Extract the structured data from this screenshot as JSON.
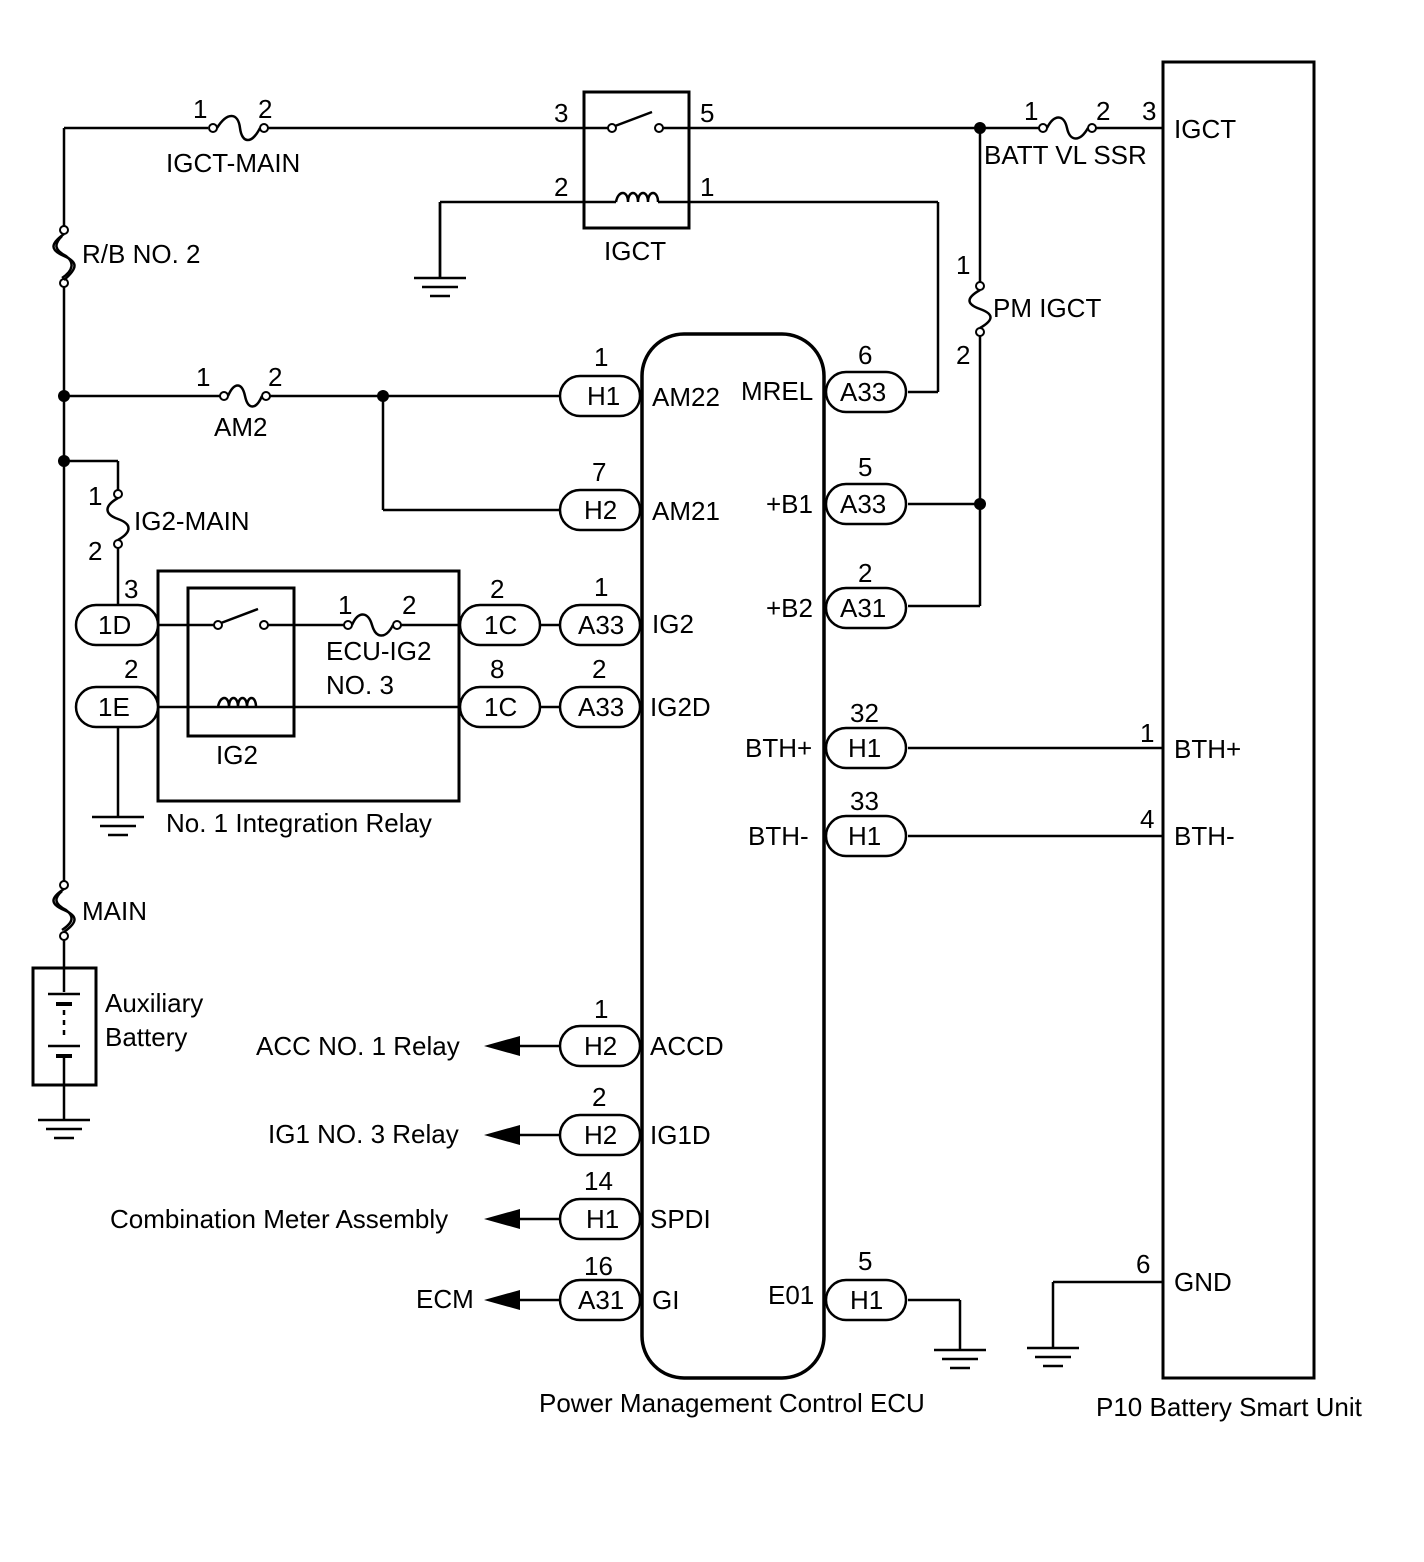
{
  "fuses": {
    "igct_main": {
      "label": "IGCT-MAIN",
      "pin_a": "1",
      "pin_b": "2"
    },
    "rb_no2": {
      "label": "R/B NO. 2"
    },
    "am2": {
      "label": "AM2",
      "pin_a": "1",
      "pin_b": "2"
    },
    "ig2_main": {
      "label": "IG2-MAIN",
      "pin_a": "1",
      "pin_b": "2"
    },
    "ecu_ig2": {
      "label_line1": "ECU-IG2",
      "label_line2": "NO. 3",
      "pin_a": "1",
      "pin_b": "2"
    },
    "main": {
      "label": "MAIN"
    },
    "batt_vl_ssr": {
      "label": "BATT VL SSR",
      "pin_a": "1",
      "pin_b": "2"
    },
    "pm_igct": {
      "label": "PM IGCT",
      "pin_a": "1",
      "pin_b": "2"
    }
  },
  "igct_relay": {
    "label": "IGCT",
    "pin_3": "3",
    "pin_5": "5",
    "pin_2": "2",
    "pin_1": "1"
  },
  "integration_relay": {
    "label": "No. 1 Integration Relay",
    "ig2_relay_label": "IG2",
    "connectors": {
      "c1d": "1D",
      "c1e": "1E",
      "c1c_top": "1C",
      "c1c_bottom": "1C"
    },
    "pins": {
      "p1d": "3",
      "p1e": "2",
      "p1c_top": "2",
      "p1c_bottom": "8"
    }
  },
  "battery": {
    "line1": "Auxiliary",
    "line2": "Battery"
  },
  "ecu": {
    "label": "Power Management Control ECU",
    "left_terminals": [
      {
        "pin": "1",
        "connector": "H1",
        "name": "AM22"
      },
      {
        "pin": "7",
        "connector": "H2",
        "name": "AM21"
      },
      {
        "pin": "1",
        "connector": "A33",
        "name": "IG2"
      },
      {
        "pin": "2",
        "connector": "A33",
        "name": "IG2D"
      },
      {
        "pin": "1",
        "connector": "H2",
        "name": "ACCD",
        "dest": "ACC NO. 1 Relay"
      },
      {
        "pin": "2",
        "connector": "H2",
        "name": "IG1D",
        "dest": "IG1 NO. 3 Relay"
      },
      {
        "pin": "14",
        "connector": "H1",
        "name": "SPDI",
        "dest": "Combination Meter Assembly"
      },
      {
        "pin": "16",
        "connector": "A31",
        "name": "GI",
        "dest": "ECM"
      }
    ],
    "right_terminals": [
      {
        "pin": "6",
        "connector": "A33",
        "name": "MREL"
      },
      {
        "pin": "5",
        "connector": "A33",
        "name": "+B1"
      },
      {
        "pin": "2",
        "connector": "A31",
        "name": "+B2"
      },
      {
        "pin": "32",
        "connector": "H1",
        "name": "BTH+"
      },
      {
        "pin": "33",
        "connector": "H1",
        "name": "BTH-"
      },
      {
        "pin": "5",
        "connector": "H1",
        "name": "E01"
      }
    ]
  },
  "battery_smart_unit": {
    "label": "P10  Battery Smart Unit",
    "terminals": [
      {
        "pin": "3",
        "name": "IGCT"
      },
      {
        "pin": "1",
        "name": "BTH+"
      },
      {
        "pin": "4",
        "name": "BTH-"
      },
      {
        "pin": "6",
        "name": "GND"
      }
    ]
  }
}
